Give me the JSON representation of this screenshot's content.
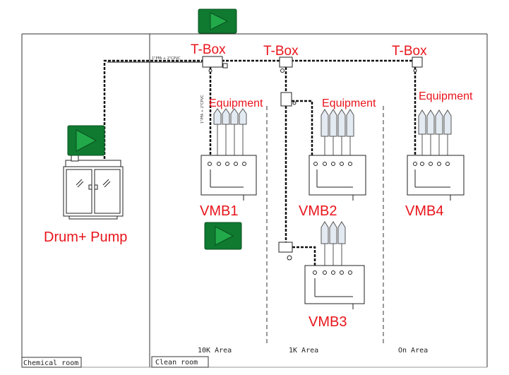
{
  "labels": {
    "tbox_left": "T-Box",
    "tbox_mid": "T-Box",
    "tbox_right": "T-Box",
    "equipment_1": "Equipment",
    "equipment_2": "Equipment",
    "equipment_4": "Equipment",
    "vmb1": "VMB1",
    "vmb2": "VMB2",
    "vmb3": "VMB3",
    "vmb4": "VMB4",
    "drum_pump": "Drum+ Pump"
  },
  "areas": {
    "area_10k": "10K Area",
    "area_1k": "1K Area",
    "area_on": "On Area"
  },
  "rooms": {
    "chemical": "Chemical room",
    "clean": "Clean room"
  },
  "pipe_notes": {
    "main_line": "1\"PFA + 2\"CPVC",
    "drop_line": "1\"PFA + 2\"CPVC"
  },
  "icons": {
    "play_1": "play-icon",
    "play_2": "play-icon",
    "play_3": "play-icon"
  },
  "colors": {
    "label_red": "#e8141b",
    "play_green": "#0f7a30"
  }
}
